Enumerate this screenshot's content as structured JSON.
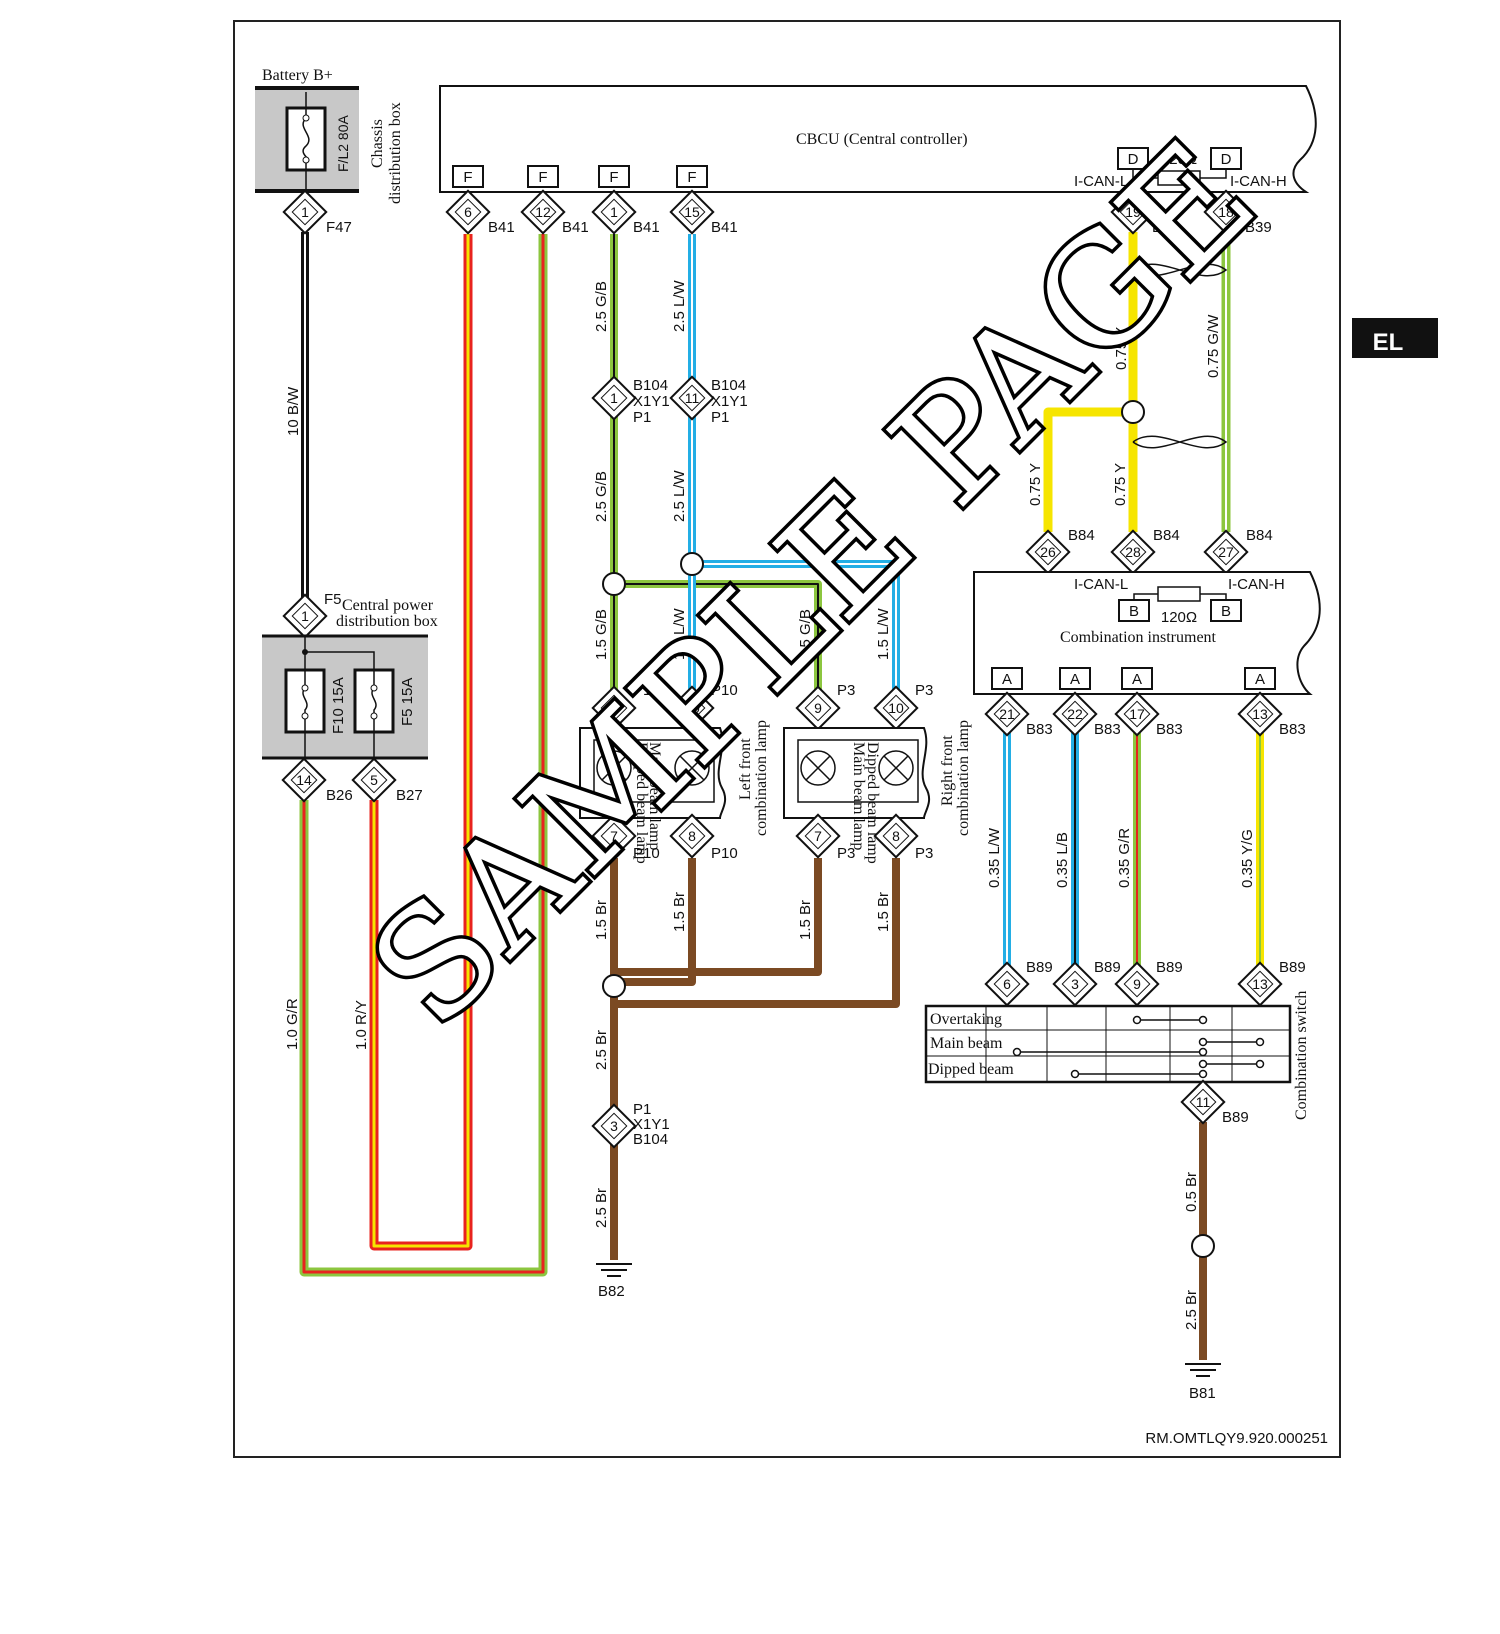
{
  "page": {
    "section_tab": "EL",
    "reference": "RM.OMTLQY9.920.000251",
    "watermark": "SAMPLE PAGE"
  },
  "battery": {
    "title": "Battery B+",
    "box_label_1": "Chassis",
    "box_label_2": "distribution box",
    "fuse": "F/L2 80A",
    "pin": "1",
    "connector": "F47",
    "wire": "10 B/W"
  },
  "central_power": {
    "connector": "F5",
    "label_1": "Central power",
    "label_2": "distribution box",
    "pin_in": "1",
    "fuse_a": "F10 15A",
    "fuse_b": "F5 15A",
    "pin_a": "14",
    "conn_a": "B26",
    "pin_b": "5",
    "conn_b": "B27",
    "wire_a": "1.0 G/R",
    "wire_b": "1.0 R/Y"
  },
  "cbcu": {
    "title": "CBCU (Central controller)",
    "pin_type_f": "F",
    "pin_type_d": "D",
    "resistor": "120Ω",
    "can_l": "I-CAN-L",
    "can_h": "I-CAN-H",
    "pins": [
      "6",
      "12",
      "1",
      "15",
      "19",
      "18"
    ],
    "connector_b41": "B41",
    "connector_b39": "B39"
  },
  "left_feed": {
    "wire_upper_gb": "2.5 G/B",
    "wire_upper_lw": "2.5 L/W",
    "conn_b104": "B104",
    "conn_x1y1": "X1Y1",
    "conn_p1": "P1",
    "pin_gb": "1",
    "pin_lw": "11",
    "wire_mid_gb": "2.5 G/B",
    "wire_mid_lw": "2.5 L/W",
    "wire_lo_gb": "1.5 G/B",
    "wire_lo_lw": "1.5 L/W",
    "wire_r_gb": "1.5 G/B",
    "wire_r_lw": "1.5 L/W"
  },
  "left_lamp": {
    "label_1": "Left front",
    "label_2": "combination lamp",
    "lamp_a": "Dipped beam lamp",
    "lamp_b": "Main beam lamp",
    "pin_in_a": "9",
    "pin_in_b": "10",
    "conn_in": "P10",
    "pin_out_a": "7",
    "pin_out_b": "8",
    "conn_out": "P10"
  },
  "right_lamp": {
    "label_1": "Right front",
    "label_2": "combination lamp",
    "lamp_a": "Dipped beam lamp",
    "lamp_b": "Main beam lamp",
    "pin_in_a": "9",
    "pin_in_b": "10",
    "conn_in": "P3",
    "pin_out_a": "7",
    "pin_out_b": "8",
    "conn_out": "P3"
  },
  "ground_left": {
    "wire_br": "1.5 Br",
    "wire_main": "2.5 Br",
    "pin": "3",
    "conn_p1": "P1",
    "conn_x1y1": "X1Y1",
    "conn_b104": "B104",
    "wire_end": "2.5 Br",
    "ground": "B82"
  },
  "can_bus": {
    "wire_l_upper": "0.75 Y",
    "wire_h_upper": "0.75 G/W",
    "wire_l_a": "0.75 Y",
    "wire_l_b": "0.75 Y",
    "pins": [
      "26",
      "28",
      "27"
    ],
    "connector": "B84"
  },
  "instrument": {
    "title": "Combination instrument",
    "can_l": "I-CAN-L",
    "can_h": "I-CAN-H",
    "pin_type_b": "B",
    "pin_type_a": "A",
    "resistor": "120Ω",
    "pins": [
      "21",
      "22",
      "17",
      "13"
    ],
    "connector": "B83"
  },
  "switch_wires": [
    "0.35 L/W",
    "0.35 L/B",
    "0.35 G/R",
    "0.35 Y/G"
  ],
  "switch": {
    "title": "Combination switch",
    "rows": [
      "Overtaking",
      "Main beam",
      "Dipped beam"
    ],
    "pins_top": [
      "6",
      "3",
      "9",
      "13"
    ],
    "connector": "B89",
    "pin_out": "11",
    "wire_a": "0.5 Br",
    "wire_b": "2.5 Br",
    "ground": "B81"
  },
  "colors": {
    "red": "#e8231e",
    "yellow": "#f6e500",
    "green": "#8cc63f",
    "blue": "#23aee5",
    "brown": "#7b4a23",
    "black": "#111111",
    "gray": "#c8c8c8"
  }
}
